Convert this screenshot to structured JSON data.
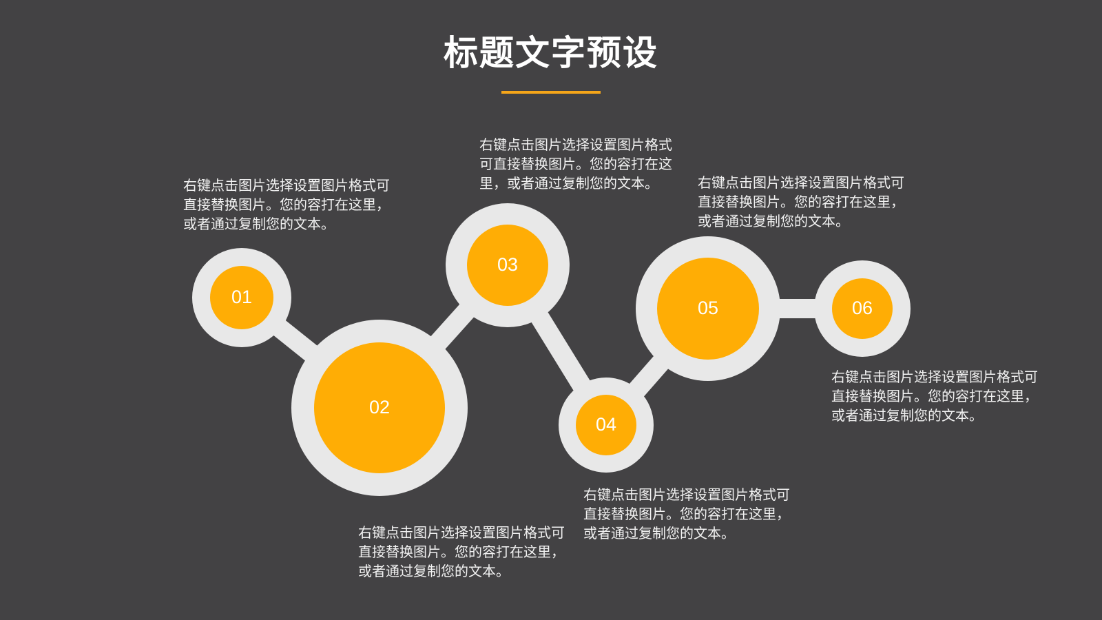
{
  "title": "标题文字预设",
  "colors": {
    "background": "#434244",
    "accent": "#ffad05",
    "ring": "#e8e8e8",
    "underline": "#f5a61a",
    "text": "#f2f2f2"
  },
  "nodes": [
    {
      "label": "01",
      "text": "右键点击图片选择设置图片格式可\n直接替换图片。您的容打在这里，\n或者通过复制您的文本。"
    },
    {
      "label": "02",
      "text": "右键点击图片选择设置图片格式可\n直接替换图片。您的容打在这里，\n或者通过复制您的文本。"
    },
    {
      "label": "03",
      "text": "右键点击图片选择设置图片格式\n可直接替换图片。您的容打在这\n里，或者通过复制您的文本。"
    },
    {
      "label": "04",
      "text": "右键点击图片选择设置图片格式可\n直接替换图片。您的容打在这里，\n或者通过复制您的文本。"
    },
    {
      "label": "05",
      "text": "右键点击图片选择设置图片格式可\n直接替换图片。您的容打在这里，\n或者通过复制您的文本。"
    },
    {
      "label": "06",
      "text": "右键点击图片选择设置图片格式可\n直接替换图片。您的容打在这里，\n或者通过复制您的文本。"
    }
  ]
}
